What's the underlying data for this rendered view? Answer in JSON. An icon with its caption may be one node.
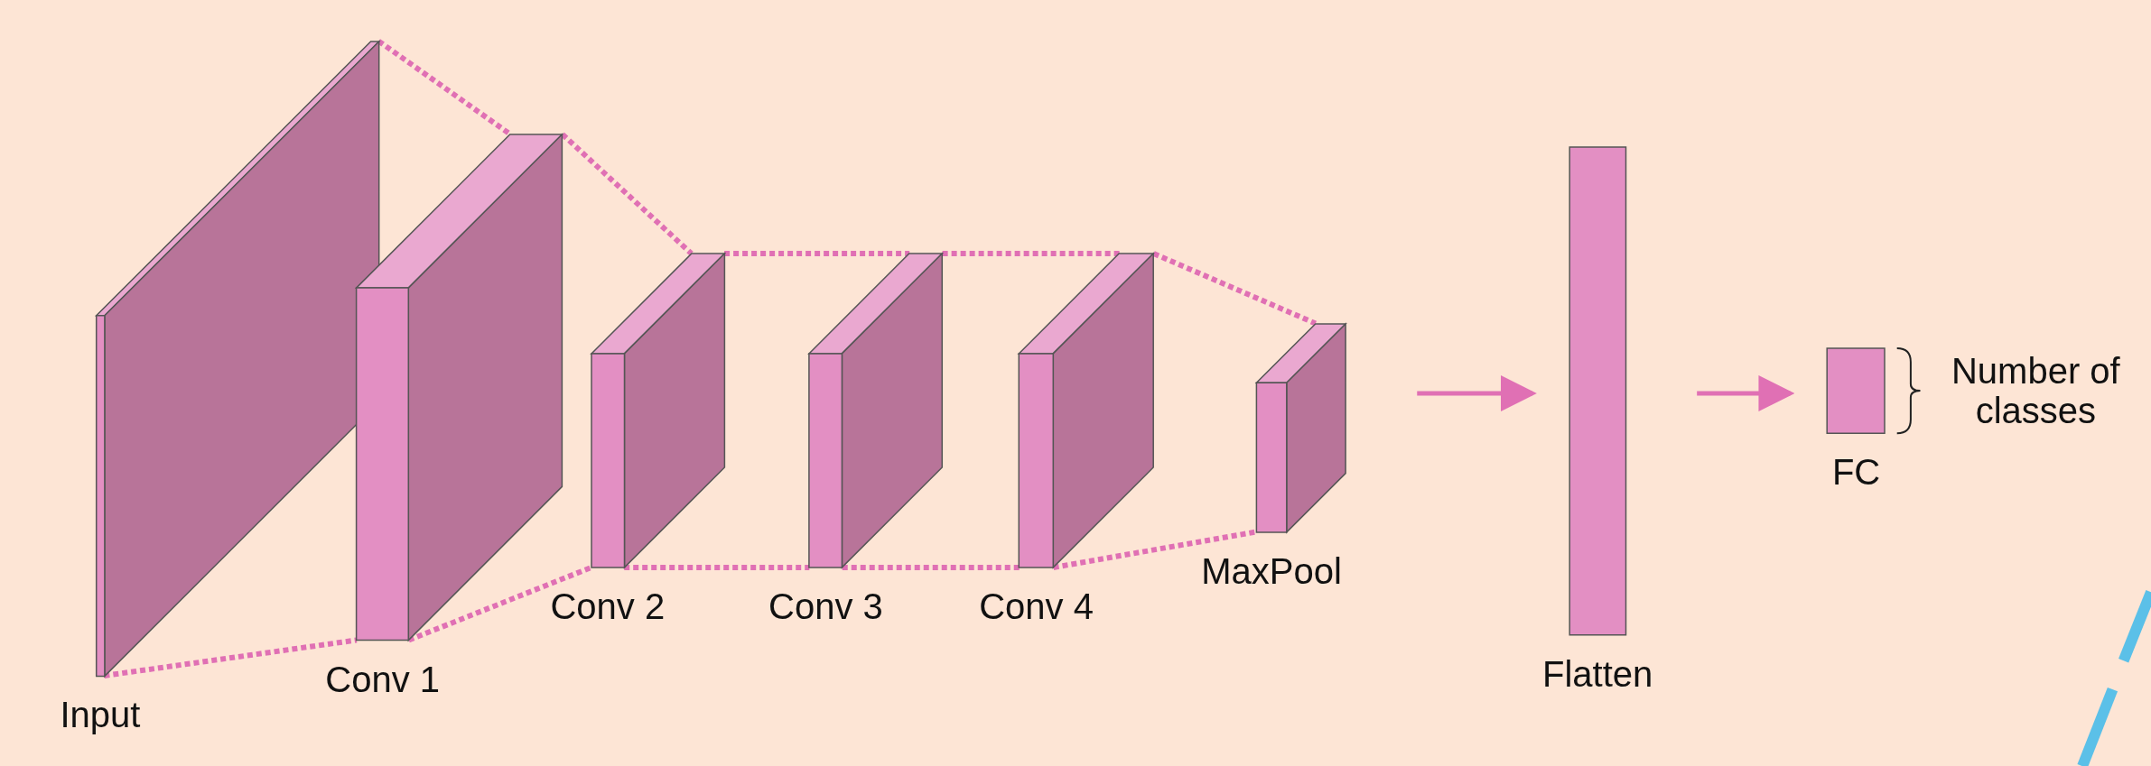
{
  "diagram": {
    "nodes": [
      {
        "text": [
          "Input"
        ]
      },
      {
        "text": [
          "Conv 1"
        ]
      },
      {
        "text": [
          "Conv 2"
        ]
      },
      {
        "text": [
          "Conv 3"
        ]
      },
      {
        "text": [
          "Conv 4"
        ]
      },
      {
        "text": [
          "MaxPool"
        ]
      },
      {
        "text": [
          "Flatten"
        ]
      },
      {
        "text": [
          "FC"
        ],
        "beside": [
          "Number of classes"
        ]
      }
    ],
    "edges": [
      {
        "from": 0,
        "to": 1,
        "arrow": "none",
        "style": "dashed"
      },
      {
        "from": 0,
        "to": 1,
        "arrow": "none",
        "style": "dashed"
      },
      {
        "from": 1,
        "to": 2,
        "arrow": "none",
        "style": "dashed"
      },
      {
        "from": 1,
        "to": 2,
        "arrow": "none",
        "style": "dashed"
      },
      {
        "from": 2,
        "to": 3,
        "arrow": "none",
        "style": "dashed"
      },
      {
        "from": 2,
        "to": 3,
        "arrow": "none",
        "style": "dashed"
      },
      {
        "from": 3,
        "to": 4,
        "arrow": "none",
        "style": "dashed"
      },
      {
        "from": 3,
        "to": 4,
        "arrow": "none",
        "style": "dashed"
      },
      {
        "from": 4,
        "to": 5,
        "arrow": "none",
        "style": "dashed"
      },
      {
        "from": 4,
        "to": 5,
        "arrow": "none",
        "style": "dashed"
      },
      {
        "from": 5,
        "to": 6,
        "arrow": "to"
      },
      {
        "from": 6,
        "to": 7,
        "arrow": "to"
      }
    ]
  }
}
